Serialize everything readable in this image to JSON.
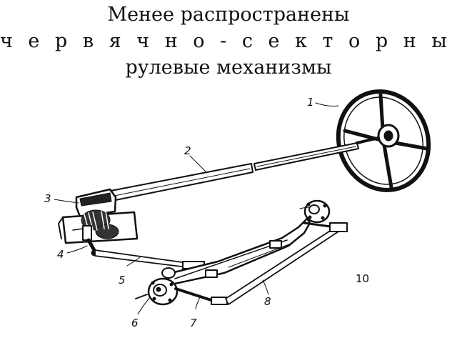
{
  "title": {
    "line1": "Менее распространены",
    "line2": "ч е р в я ч н о - с е к т о р н ы е",
    "line3": "рулевые механизмы"
  },
  "labels": {
    "steering_wheel": "1",
    "steering_shaft": "2",
    "steering_gear": "3",
    "pitman_arm": "4",
    "drag_link": "5",
    "hub": "6",
    "steering_arm": "7",
    "tie_rod": "8",
    "figure_number": "10"
  }
}
